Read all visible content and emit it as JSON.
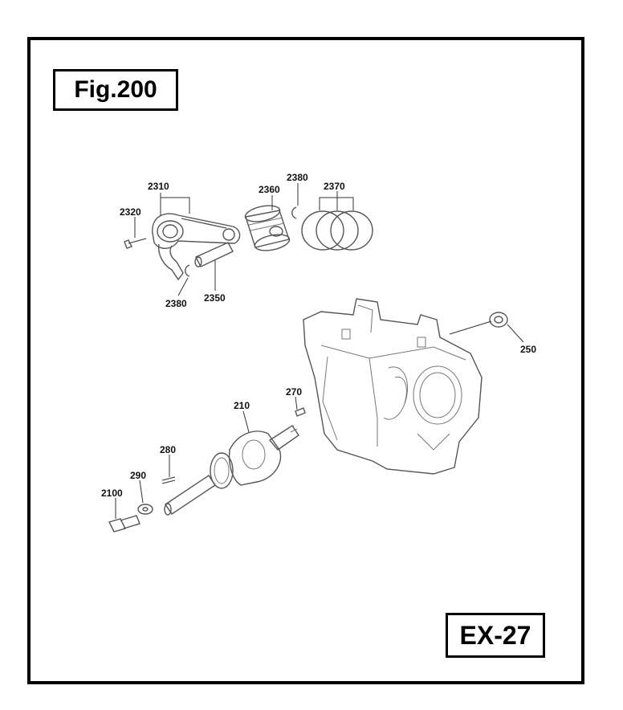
{
  "figure": {
    "label": "Fig.200"
  },
  "code": {
    "label": "EX-27"
  },
  "parts": [
    {
      "id": "2310"
    },
    {
      "id": "2320"
    },
    {
      "id": "2360"
    },
    {
      "id": "2380"
    },
    {
      "id": "2370"
    },
    {
      "id": "2380"
    },
    {
      "id": "2350"
    },
    {
      "id": "250"
    },
    {
      "id": "270"
    },
    {
      "id": "210"
    },
    {
      "id": "280"
    },
    {
      "id": "290"
    },
    {
      "id": "2100"
    }
  ]
}
